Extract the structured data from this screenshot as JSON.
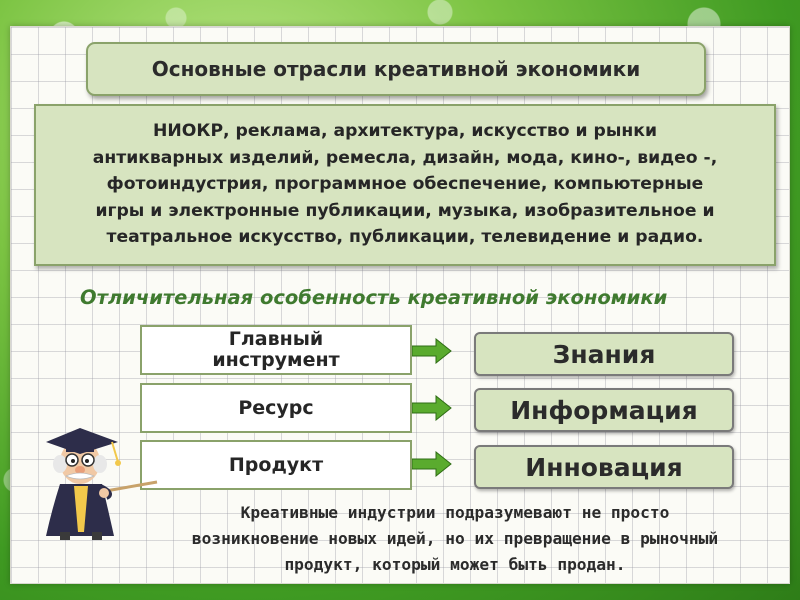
{
  "title": "Основные отрасли креативной экономики",
  "industries": {
    "line1": "НИОКР, реклама, архитектура, искусство и рынки",
    "line2": "антикварных изделий, ремесла, дизайн, мода, кино-, видео -,",
    "line3": "фотоиндустрия, программное обеспечение, компьютерные",
    "line4": "игры и электронные публикации, музыка, изобразительное и",
    "line5": "театральное искусство, публикации, телевидение и радио."
  },
  "subtitle": "Отличительная особенность креативной экономики",
  "rows": [
    {
      "left_line1": "Главный",
      "left_line2": "инструмент",
      "right": "Знания"
    },
    {
      "left": "Ресурс",
      "right": "Информация"
    },
    {
      "left": "Продукт",
      "right": "Инновация"
    }
  ],
  "bottom_text": {
    "line1": "Креативные индустрии подразумевают не просто",
    "line2": "возникновение новых идей, но их превращение в рыночный",
    "line3": "продукт, который может быть продан."
  },
  "icons": {
    "arrow": "right-arrow-icon",
    "mascot": "professor-icon"
  },
  "colors": {
    "box_fill": "#d7e4c0",
    "box_border": "#8aa26a",
    "subtitle": "#3f7a2f",
    "arrow": "#5aab2e",
    "background_green": "#4fa52a"
  }
}
